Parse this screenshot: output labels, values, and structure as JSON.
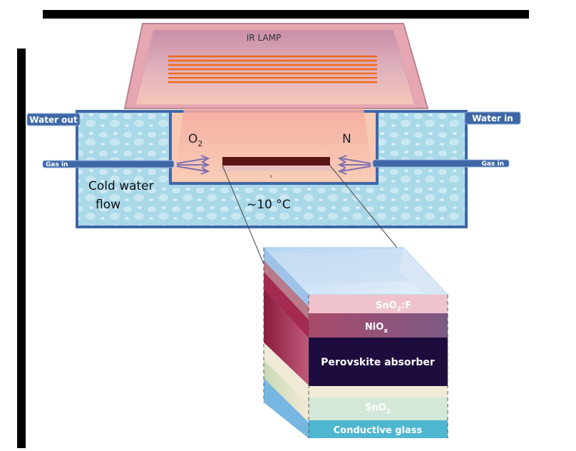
{
  "lamp": {
    "label": "IR LAMP"
  },
  "ports": {
    "water_out": "Water out",
    "water_in": "Water in",
    "gas_in_left": "Gas in",
    "gas_in_right": "Gas in"
  },
  "chamber": {
    "gas_left": "O",
    "gas_left_sub": "2",
    "gas_right": "N",
    "cold_water_line1": "Cold water",
    "cold_water_line2": "flow",
    "temperature": "~10 °C"
  },
  "stack": {
    "layer_fto": "SnO",
    "layer_fto_sub": "2",
    "layer_fto_suffix": ":F",
    "layer_nio": "NiO",
    "layer_nio_sub": "x",
    "layer_perovskite": "Perovskite absorber",
    "layer_sno2": "SnO",
    "layer_sno2_sub": "2",
    "layer_glass": "Conductive glass"
  },
  "colors": {
    "frame": "#3f67a6",
    "water": "#a9d8e8",
    "lamp_fill": "#d9a7b3",
    "lamp_lines": "#f06a1a",
    "glow": "#f8b7a9",
    "sample": "#5a1414",
    "perovskite": "#1d0c3d"
  }
}
